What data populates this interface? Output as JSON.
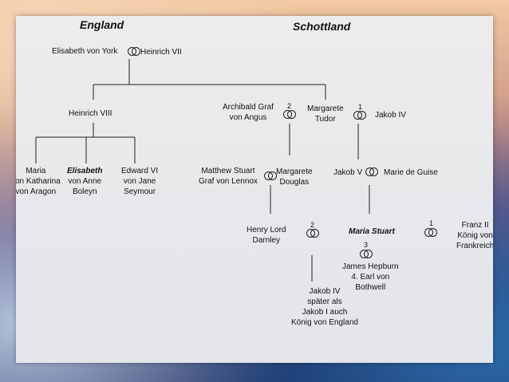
{
  "headers": {
    "england": "England",
    "schottland": "Schottland"
  },
  "persons": {
    "elisabeth_york": "Elisabeth von York",
    "heinrich_vii": "Heinrich VII",
    "heinrich_viii": "Heinrich VIII",
    "archibald": [
      "Archibald Graf",
      "von Angus"
    ],
    "margarete_tudor": [
      "Margarete",
      "Tudor"
    ],
    "jakob_iv": "Jakob IV",
    "maria_aragon": [
      "Maria",
      "von Katharina",
      "von Aragon"
    ],
    "elisabeth": [
      "Elisabeth",
      "von Anne",
      "Boleyn"
    ],
    "edward_vi": [
      "Edward VI",
      "von Jane",
      "Seymour"
    ],
    "matthew_stuart": [
      "Matthew Stuart",
      "Graf von Lennox"
    ],
    "margarete_douglas": [
      "Margarete",
      "Douglas"
    ],
    "jakob_v": "Jakob V",
    "marie_guise": "Marie de Guise",
    "henry_darnley": [
      "Henry Lord",
      "Darnley"
    ],
    "maria_stuart": "Maria Stuart",
    "franz_ii": [
      "Franz II",
      "König von",
      "Frankreich"
    ],
    "james_hepburn": [
      "James Hepburn",
      "4. Earl von",
      "Bothwell"
    ],
    "jakob_vi": [
      "Jakob IV",
      "später als",
      "Jakob I auch",
      "König von England"
    ]
  },
  "marriage_numbers": {
    "archibald_margarete": "2",
    "margarete_jakob": "1",
    "darnley_maria": "2",
    "maria_franz": "1",
    "maria_hepburn": "3"
  },
  "icons": {
    "marriage": "wedding-rings-icon"
  }
}
